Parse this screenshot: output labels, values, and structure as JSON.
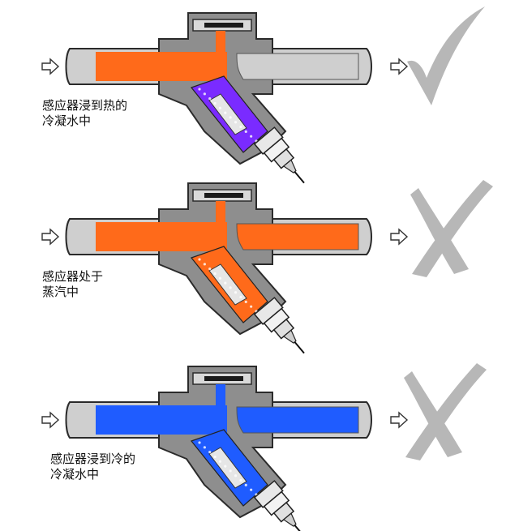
{
  "colors": {
    "hot_condensate": "#ff6a1a",
    "heat_tint": "#7a2bff",
    "cold_condensate": "#1f5cff",
    "body_gray": "#8e8e8e",
    "pipe_gray": "#cfcfcf",
    "pipe_outline": "#2b2b2b",
    "mark": "#b7b7b7",
    "background": "#ffffff"
  },
  "panels": [
    {
      "state": "hot-condensate",
      "caption_lines": [
        "感应器浸到热的",
        "冷凝水中"
      ],
      "mark": "check",
      "fill": "hot_condensate",
      "outlet_fill": "pipe_gray",
      "heat_tint": true
    },
    {
      "state": "steam",
      "caption_lines": [
        "感应器处于",
        "蒸汽中"
      ],
      "mark": "cross",
      "fill": "hot_condensate",
      "outlet_fill": "hot_condensate",
      "heat_tint": false
    },
    {
      "state": "cold-condensate",
      "caption_lines": [
        "感应器浸到冷的",
        "冷凝水中"
      ],
      "mark": "cross",
      "fill": "cold_condensate",
      "outlet_fill": "cold_condensate",
      "heat_tint": false
    }
  ]
}
